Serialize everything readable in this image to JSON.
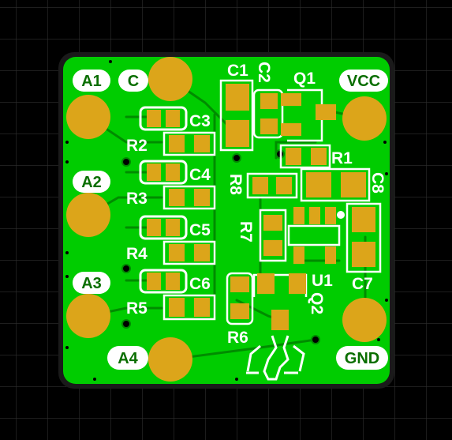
{
  "board": {
    "colors": {
      "background": "#000000",
      "grid": "#2f2f2f",
      "board_edge": "#1a1a1a",
      "copper_fill": "#00cc00",
      "trace": "#008c00",
      "pad": "#dca51a",
      "silkscreen": "#ffffff",
      "label_text": "#0a6e00"
    },
    "pins": {
      "A1": "A1",
      "A2": "A2",
      "A3": "A3",
      "A4": "A4",
      "C": "C",
      "VCC": "VCC",
      "GND": "GND"
    },
    "refs": {
      "C1": "C1",
      "C2": "C2",
      "C3": "C3",
      "C4": "C4",
      "C5": "C5",
      "C6": "C6",
      "C7": "C7",
      "C8": "C8",
      "R1": "R1",
      "R2": "R2",
      "R3": "R3",
      "R4": "R4",
      "R5": "R5",
      "R6": "R6",
      "R7": "R7",
      "R8": "R8",
      "Q1": "Q1",
      "Q2": "Q2",
      "U1": "U1"
    },
    "logo_icon": "deer-antler-logo-icon"
  }
}
